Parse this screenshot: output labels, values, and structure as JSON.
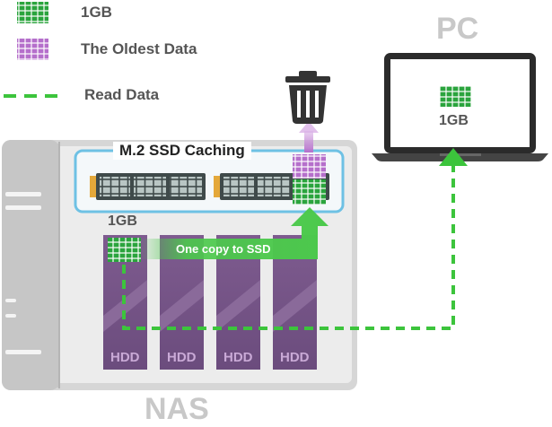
{
  "legend": {
    "block_label": "1GB",
    "oldest_label": "The Oldest Data",
    "read_label": "Read Data"
  },
  "pc": {
    "title": "PC",
    "block_label": "1GB"
  },
  "nas": {
    "title": "NAS",
    "ssd_caching_label": "M.2 SSD Caching",
    "block_label": "1GB",
    "copy_label": "One copy to SSD",
    "hdd_labels": [
      "HDD",
      "HDD",
      "HDD",
      "HDD"
    ]
  },
  "colors": {
    "data_green": "#2aa43d",
    "oldest_purple": "#b56fcb",
    "read_line_green": "#3cc43c",
    "arrow_green": "#4cc94c",
    "cache_border": "#6ec1e4",
    "nas_gray": "#c9c9c9",
    "hdd_purple": "#7e5b8f",
    "trash": "#333333"
  }
}
